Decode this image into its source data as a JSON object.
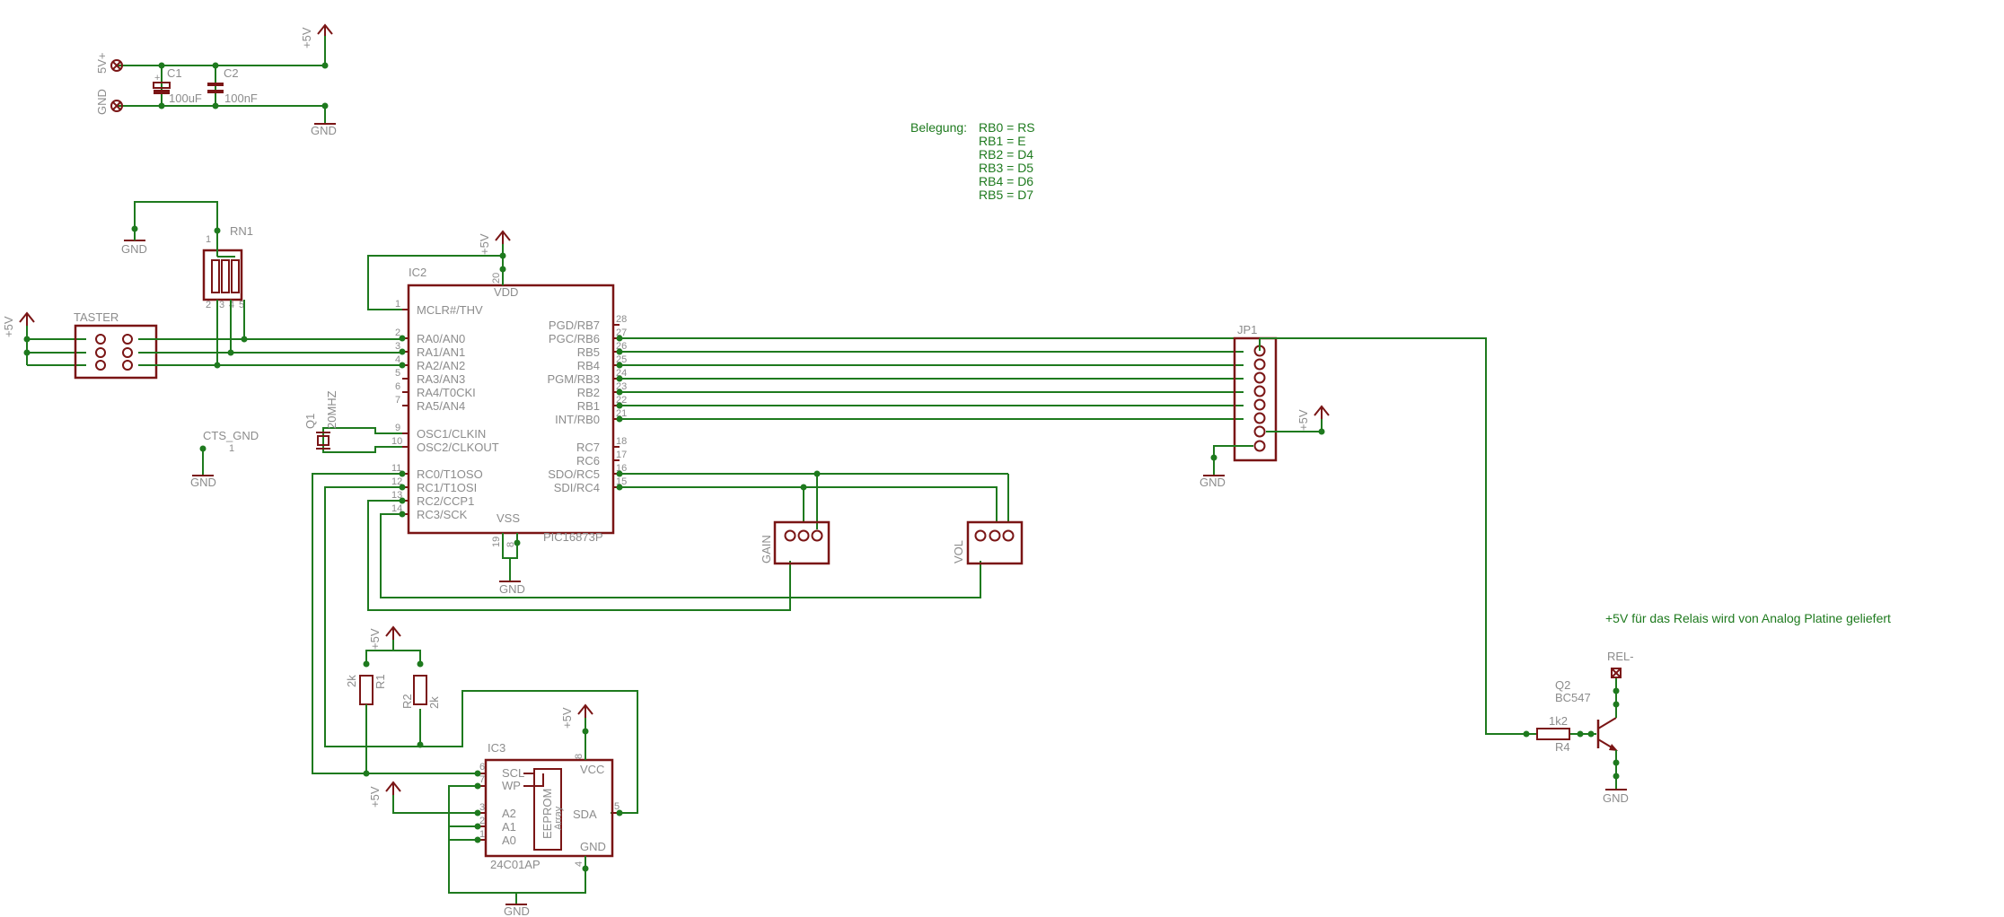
{
  "note_belegung": {
    "label": "Belegung:",
    "lines": [
      "RB0 = RS",
      "RB1 = E",
      "RB2 = D4",
      "RB3 = D5",
      "RB4 = D6",
      "RB5 = D7"
    ]
  },
  "note_relay": "+5V für das Relais wird von Analog Platine geliefert",
  "power": {
    "p5v": "+5V",
    "gnd": "GND",
    "cts_gnd": "CTS_GND",
    "cts_pin": "1"
  },
  "supply": {
    "pin_5v": "5V+",
    "pin_gnd": "GND",
    "c1_name": "C1",
    "c1_value": "100uF",
    "c2_name": "C2",
    "c2_value": "100nF"
  },
  "rn1": {
    "name": "RN1",
    "pin1": "1",
    "pins_bottom": [
      "2",
      "3",
      "4",
      "5"
    ]
  },
  "taster": {
    "name": "TASTER"
  },
  "ic2": {
    "name": "IC2",
    "part": "PIC16873P",
    "vdd": "VDD",
    "vdd_pin": "20",
    "vss": "VSS",
    "vss_pins": [
      "19",
      "8"
    ],
    "left_pins": [
      {
        "num": "1",
        "name": "MCLR#/THV"
      },
      {
        "num": "2",
        "name": "RA0/AN0"
      },
      {
        "num": "3",
        "name": "RA1/AN1"
      },
      {
        "num": "4",
        "name": "RA2/AN2"
      },
      {
        "num": "5",
        "name": "RA3/AN3"
      },
      {
        "num": "6",
        "name": "RA4/T0CKI"
      },
      {
        "num": "7",
        "name": "RA5/AN4"
      },
      {
        "num": "9",
        "name": "OSC1/CLKIN"
      },
      {
        "num": "10",
        "name": "OSC2/CLKOUT"
      },
      {
        "num": "11",
        "name": "RC0/T1OSO"
      },
      {
        "num": "12",
        "name": "RC1/T1OSI"
      },
      {
        "num": "13",
        "name": "RC2/CCP1"
      },
      {
        "num": "14",
        "name": "RC3/SCK"
      }
    ],
    "right_pins": [
      {
        "num": "28",
        "name": "PGD/RB7"
      },
      {
        "num": "27",
        "name": "PGC/RB6"
      },
      {
        "num": "26",
        "name": "RB5"
      },
      {
        "num": "25",
        "name": "RB4"
      },
      {
        "num": "24",
        "name": "PGM/RB3"
      },
      {
        "num": "23",
        "name": "RB2"
      },
      {
        "num": "22",
        "name": "RB1"
      },
      {
        "num": "21",
        "name": "INT/RB0"
      },
      {
        "num": "18",
        "name": "RC7"
      },
      {
        "num": "17",
        "name": "RC6"
      },
      {
        "num": "16",
        "name": "SDO/RC5"
      },
      {
        "num": "15",
        "name": "SDI/RC4"
      }
    ]
  },
  "q1": {
    "name": "Q1",
    "value": "20MHZ"
  },
  "jp1": {
    "name": "JP1"
  },
  "gain": {
    "name": "GAIN"
  },
  "vol": {
    "name": "VOL"
  },
  "r1": {
    "name": "R1",
    "value": "2k"
  },
  "r2": {
    "name": "R2",
    "value": "2k"
  },
  "ic3": {
    "name": "IC3",
    "part": "24C01AP",
    "vcc": "VCC",
    "gnd": "GND",
    "array_line1": "EEPROM",
    "array_line2": "Array",
    "left_pins": [
      {
        "num": "6",
        "name": "SCL"
      },
      {
        "num": "7",
        "name": "WP"
      },
      {
        "num": "3",
        "name": "A2"
      },
      {
        "num": "2",
        "name": "A1"
      },
      {
        "num": "1",
        "name": "A0"
      }
    ],
    "sda": "SDA",
    "sda_pin": "5",
    "vcc_pin": "8",
    "gnd_pin": "4"
  },
  "q2": {
    "name": "Q2",
    "part": "BC547"
  },
  "r4": {
    "name": "R4",
    "value": "1k2"
  },
  "rel": {
    "name": "REL-"
  },
  "colors": {
    "wire": "#1e7a1e",
    "part": "#7a1515",
    "label": "#8c8c8c",
    "note": "#1e7a1e"
  }
}
